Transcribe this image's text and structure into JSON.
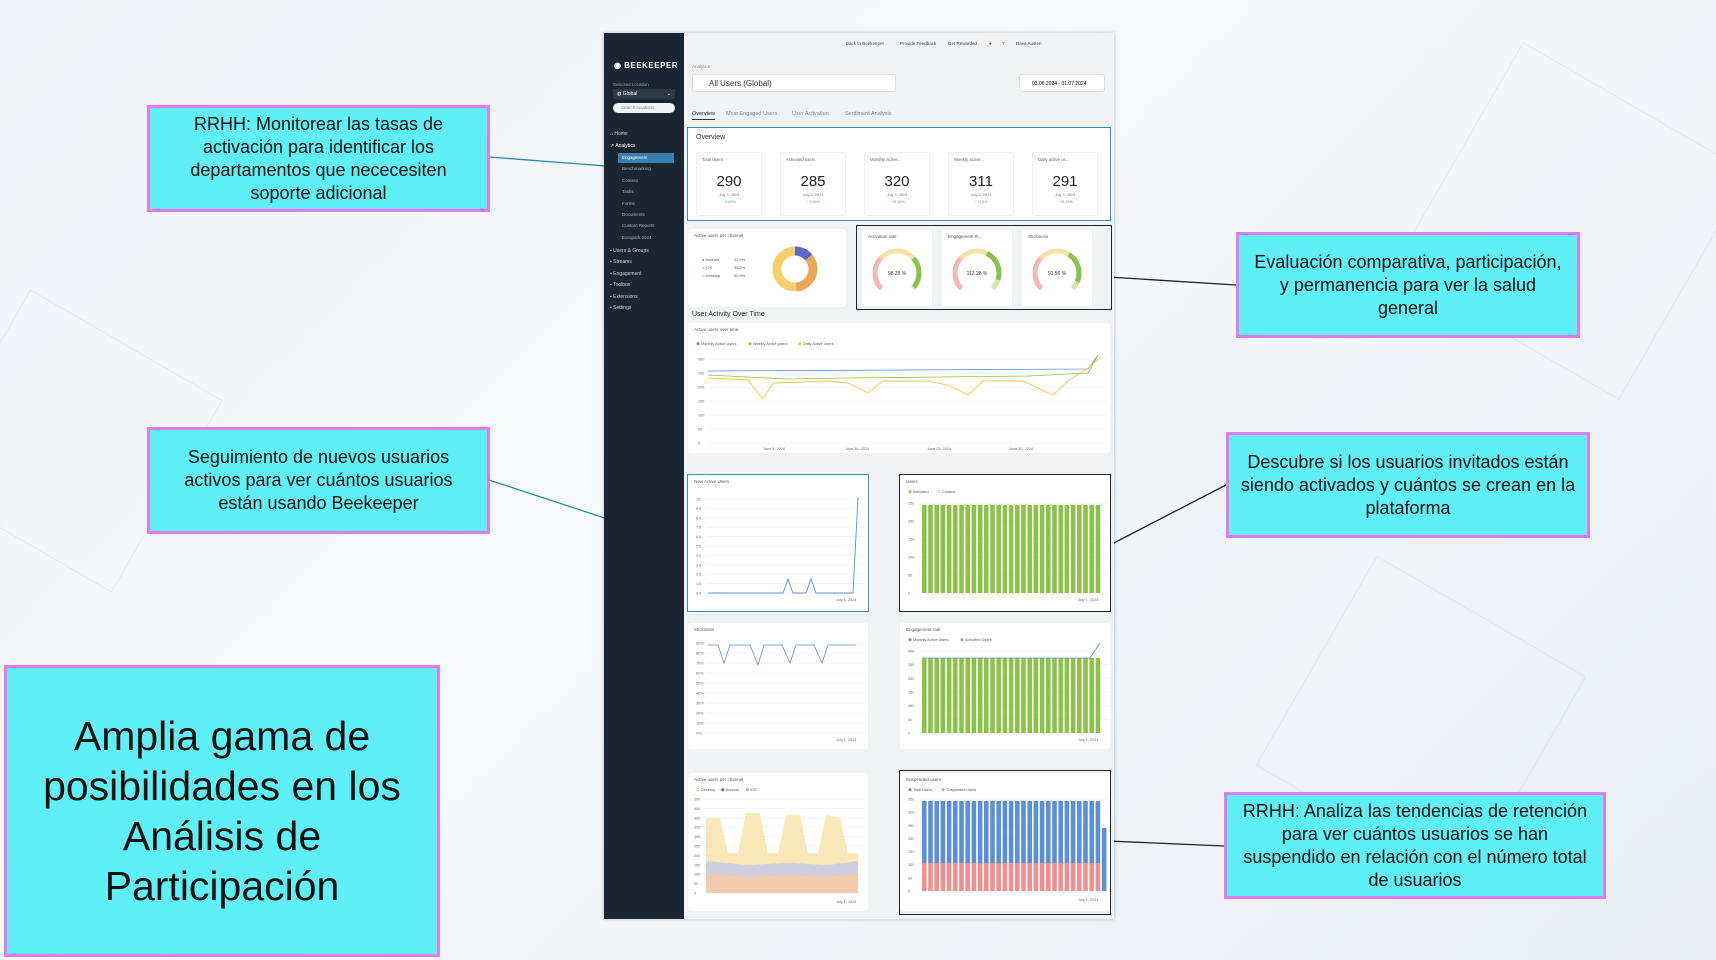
{
  "slide": {
    "title": "Amplia gama de posibilidades en los Análisis de Participación",
    "callouts": {
      "activation": "RRHH: Monitorear las tasas de activación para identificar los departamentos que nececesiten soporte adicional",
      "new_users": "Seguimiento de nuevos usuarios activos para ver cuántos usuarios están usando Beekeeper",
      "comparison": "Evaluación comparativa, participación, y permanencia para ver la salud general",
      "invited": "Descubre si los usuarios invitados están siendo activados y cuántos se crean en la plataforma",
      "retention": "RRHH: Analiza las tendencias de retención para ver cuántos usuarios se han suspendido en relación con el número total de usuarios"
    }
  },
  "app": {
    "logo": "BEEKEEPER",
    "sidebar": {
      "location_label": "Selected Location",
      "location_value": "Global",
      "search_placeholder": "Search locations",
      "items": [
        {
          "label": "Home"
        },
        {
          "label": "Analytics"
        }
      ],
      "analytics_sub": [
        "Engagement",
        "Benchmarking",
        "Content",
        "Tasks",
        "Forms",
        "Documents",
        "Custom Reports",
        "Europark 2024"
      ],
      "bottom_items": [
        "Users & Groups",
        "Streams",
        "Engagement",
        "Toolbox",
        "Extensions",
        "Settings"
      ]
    },
    "topbar": {
      "back": "Back to Beekeeper",
      "feedback": "Provide Feedback",
      "rewarded": "Get Rewarded",
      "user": "Dave Austen"
    },
    "breadcrumb": "Analytics",
    "filter": "All Users (Global)",
    "date_range": "03.06.2024 - 01.07.2024",
    "tabs": [
      "Overview",
      "Most Engaged Users",
      "User Activation",
      "Sentiment Analysis"
    ],
    "overview_title": "Overview",
    "kpis": [
      {
        "label": "Total users",
        "value": "290",
        "date": "July 2, 2024",
        "change": "↑ 0.69%"
      },
      {
        "label": "Activated users",
        "value": "285",
        "date": "July 2, 2024",
        "change": "↑ 1.06%"
      },
      {
        "label": "Monthly active...",
        "value": "320",
        "date": "July 2, 2024",
        "change": "↑ 16.36%"
      },
      {
        "label": "Weekly active...",
        "value": "311",
        "date": "July 2, 2024",
        "change": "↑ 17.4%"
      },
      {
        "label": "Daily active us...",
        "value": "291",
        "date": "July 2, 2024",
        "change": "↑ 15.33%"
      }
    ],
    "channel_card": {
      "title": "Active users per channel",
      "legend": [
        {
          "name": "Android",
          "pct": "13.9%",
          "color": "#5b6abf"
        },
        {
          "name": "iOS",
          "pct": "35.2%",
          "color": "#e8a65a"
        },
        {
          "name": "Desktop",
          "pct": "50.9%",
          "color": "#f5d06a"
        }
      ]
    },
    "gauges": [
      {
        "title": "Activation rate",
        "value": "98.28 %",
        "level": 0.98
      },
      {
        "title": "Engagement R...",
        "value": "112.28 %",
        "level": 0.9
      },
      {
        "title": "Stickiness",
        "value": "91.56 %",
        "level": 0.92
      }
    ],
    "activity": {
      "title": "User Activity Over Time",
      "subtitle": "Active users over time",
      "legend": [
        "Monthly Active Users",
        "Weekly Active Users",
        "Daily Active Users"
      ],
      "yticks": [
        "300",
        "250",
        "200",
        "150",
        "100",
        "50",
        "0"
      ],
      "xticks": [
        "June 9, 2024",
        "June 16, 2024",
        "June 23, 2024",
        "June 30, 2024"
      ]
    },
    "new_active": {
      "title": "New Active Users",
      "yticks": [
        "10",
        "9.0",
        "8.0",
        "7.0",
        "6.0",
        "5.0",
        "4.0",
        "3.0",
        "2.0",
        "1.0",
        "0.0"
      ],
      "xtick": "July 1, 2024"
    },
    "users_chart": {
      "title": "Users",
      "legend": [
        "Activated",
        "Created"
      ],
      "yticks": [
        "250",
        "200",
        "150",
        "100",
        "50",
        "0"
      ],
      "xtick": "July 1, 2024"
    },
    "stickiness": {
      "title": "Stickiness",
      "yticks": [
        "90%",
        "80%",
        "70%",
        "60%",
        "50%",
        "40%",
        "30%",
        "20%",
        "10%",
        "0%"
      ],
      "xtick": "July 1, 2024"
    },
    "engagement_rate": {
      "title": "Engagement rate",
      "legend": [
        "Monthly Active Users",
        "Activated Users"
      ],
      "yticks": [
        "300",
        "250",
        "200",
        "150",
        "100",
        "50",
        "0"
      ],
      "xtick": "July 1, 2024"
    },
    "channel_time": {
      "title": "Active users per channel",
      "legend": [
        "Desktop",
        "Android",
        "iOS"
      ],
      "yticks": [
        "500",
        "450",
        "400",
        "350",
        "300",
        "250",
        "200",
        "150",
        "100",
        "50",
        "0"
      ],
      "xtick": "July 1, 2024"
    },
    "suspended": {
      "title": "Suspended users",
      "legend": [
        "Total Users",
        "Suspended Users"
      ],
      "yticks": [
        "350",
        "300",
        "250",
        "200",
        "150",
        "100",
        "50",
        "0"
      ],
      "xtick": "July 1, 2024"
    }
  },
  "colors": {
    "callout_bg": "#5ef0f6",
    "callout_border": "#e57ae8",
    "sidebar": "#1b2630",
    "accent": "#3c8dbc",
    "green": "#8bc34a",
    "blue": "#5b8fd6",
    "red": "#ef8f8f"
  }
}
